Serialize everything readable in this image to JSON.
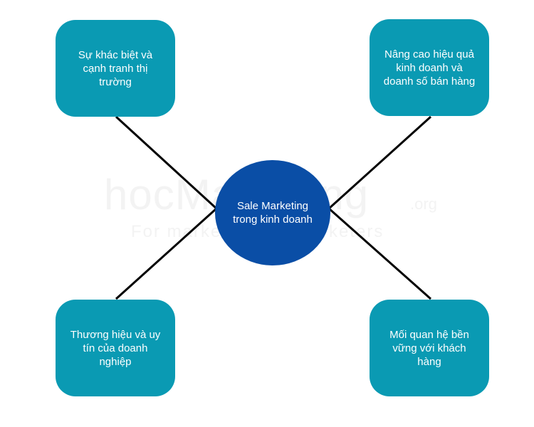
{
  "diagram": {
    "center": {
      "line1": "Sale Marketing",
      "line2": "trong kinh doanh",
      "color": "#0a4ea6"
    },
    "node_color": "#0a9ab3",
    "connector_color": "#000000",
    "nodes": [
      {
        "id": "top-left",
        "lines": [
          "Sự khác biệt và",
          "cạnh tranh thị",
          "trường"
        ]
      },
      {
        "id": "top-right",
        "lines": [
          "Nâng cao hiệu quả",
          "kinh doanh và",
          "doanh số bán hàng"
        ]
      },
      {
        "id": "bottom-left",
        "lines": [
          "Thương hiệu và uy",
          "tín của doanh",
          "nghiệp"
        ]
      },
      {
        "id": "bottom-right",
        "lines": [
          "Mối quan hệ bền",
          "vững với khách",
          "hàng"
        ]
      }
    ]
  },
  "watermark": {
    "logo": "hocMarketing",
    "tld": ".org",
    "tagline": "For marketers, by marketers"
  }
}
